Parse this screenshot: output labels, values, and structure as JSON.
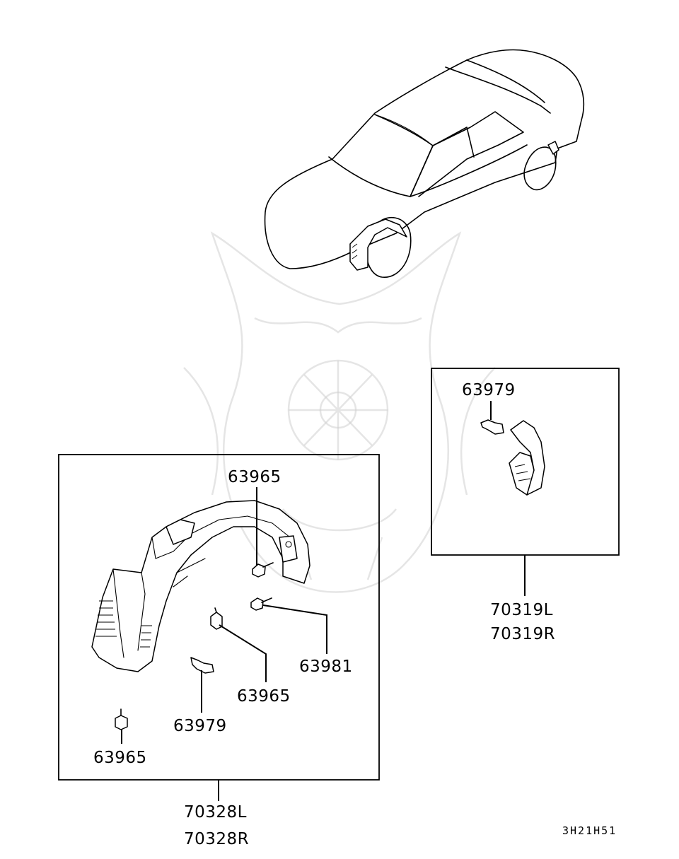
{
  "diagram": {
    "part_numbers": {
      "fastener_top": "63965",
      "bolt_right": "63981",
      "fastener_mid": "63965",
      "clip_mid": "63979",
      "fastener_bottom": "63965",
      "clip_rear": "63979"
    },
    "assemblies": {
      "front_liner": [
        "70328L",
        "70328R"
      ],
      "rear_liner": [
        "70319L",
        "70319R"
      ]
    },
    "figure_code": "3H21H51"
  }
}
